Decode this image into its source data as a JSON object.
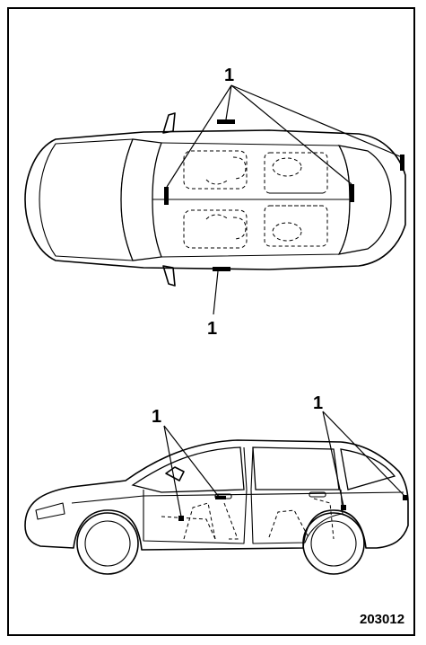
{
  "callouts": {
    "top_view_upper": "1",
    "top_view_lower": "1",
    "side_view_front": "1",
    "side_view_rear": "1"
  },
  "figure_number": "203012"
}
